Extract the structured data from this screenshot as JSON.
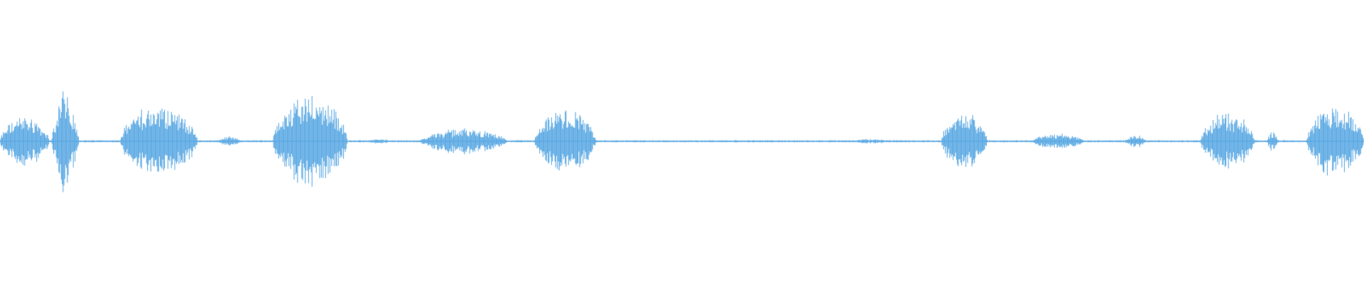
{
  "waveform": {
    "color": "#5aa8e3",
    "segments": [
      {
        "start": 0.0,
        "end": 0.036,
        "amp": 0.16
      },
      {
        "start": 0.038,
        "end": 0.058,
        "amp": 0.22
      },
      {
        "start": 0.04,
        "end": 0.052,
        "amp": 0.36
      },
      {
        "start": 0.088,
        "end": 0.145,
        "amp": 0.23
      },
      {
        "start": 0.16,
        "end": 0.177,
        "amp": 0.03
      },
      {
        "start": 0.2,
        "end": 0.255,
        "amp": 0.3
      },
      {
        "start": 0.27,
        "end": 0.286,
        "amp": 0.015
      },
      {
        "start": 0.308,
        "end": 0.372,
        "amp": 0.08
      },
      {
        "start": 0.392,
        "end": 0.437,
        "amp": 0.2
      },
      {
        "start": 0.625,
        "end": 0.652,
        "amp": 0.015
      },
      {
        "start": 0.69,
        "end": 0.724,
        "amp": 0.18
      },
      {
        "start": 0.757,
        "end": 0.795,
        "amp": 0.05
      },
      {
        "start": 0.825,
        "end": 0.84,
        "amp": 0.04
      },
      {
        "start": 0.88,
        "end": 0.92,
        "amp": 0.18
      },
      {
        "start": 0.929,
        "end": 0.937,
        "amp": 0.06
      },
      {
        "start": 0.958,
        "end": 1.0,
        "amp": 0.22
      }
    ]
  }
}
